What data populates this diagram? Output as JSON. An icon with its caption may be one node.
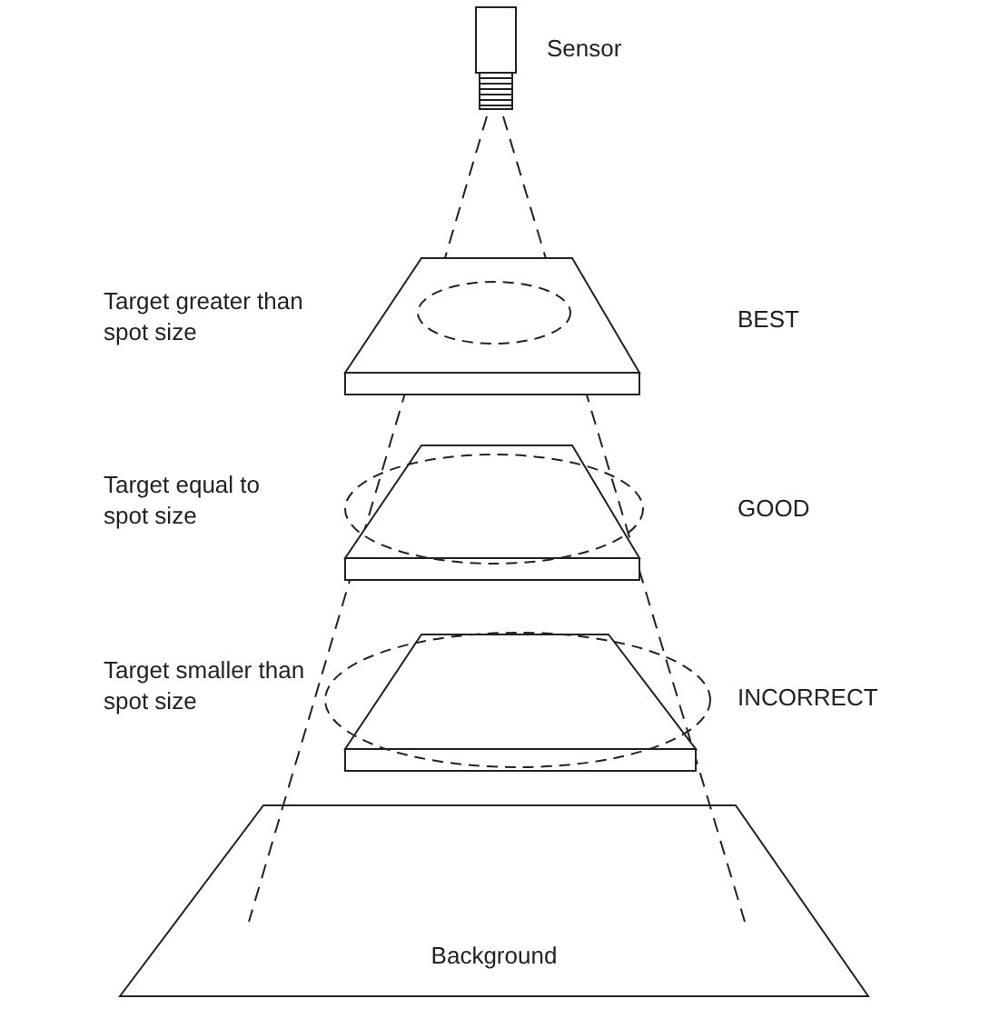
{
  "diagram": {
    "nodes": [
      {
        "text": [
          "Background"
        ]
      }
    ],
    "labels": [
      "Sensor",
      "Target greater than spot size",
      "BEST",
      "Target equal to spot size",
      "GOOD",
      "Target smaller than spot size",
      "INCORRECT"
    ]
  }
}
